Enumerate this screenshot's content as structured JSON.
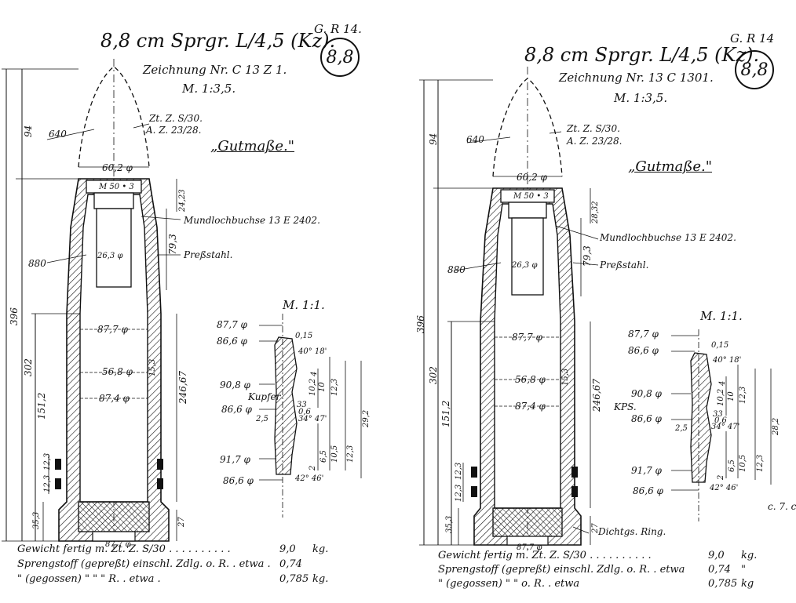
{
  "sheets": [
    {
      "title": "8,8 cm Sprgr. L/4,5 (Kz).",
      "sheet_code": "G. R 14.",
      "caliber_badge": "8,8",
      "drawing_number": "Zeichnung Nr. C 13 Z 1.",
      "scale": "M. 1:3,5.",
      "fuze_refs": [
        "Zt. Z. S/30.",
        "A. Z. 23/28."
      ],
      "good_dims": "„Gutmaße.\"",
      "nose_radius": "640",
      "mouth_dia": "60,2 φ",
      "thread": "M 50 • 3",
      "dim_total_len": "396",
      "dim_nose": "94",
      "dim_body": "302",
      "dim_lower": "151,2",
      "dim_band_a": "12,3",
      "dim_band_b": "12,3",
      "dim_base": "35,3",
      "dim_bore_len": "24,23",
      "dim_bore": "79,3",
      "dim_cavity": "246,67",
      "dim_base_r": "27",
      "dim_wall": "15,3",
      "wall_r": "880",
      "bore_dia": "26,3 φ",
      "dia_1": "87,7 φ",
      "dia_2": "56,8 φ",
      "dia_3": "87,4 φ",
      "base_dia": "87,7 φ",
      "fuze_socket": "Mundlochbuchse 13 E 2402.",
      "material": "Preßstahl.",
      "band_extra": "",
      "detail": {
        "scale": "M. 1:1.",
        "d1": "87,7 φ",
        "d2": "86,6 φ",
        "d3": "90,8 φ",
        "d4": "86,6 φ",
        "d5": "91,7 φ",
        "d6": "86,6 φ",
        "material": "Kupfer",
        "r": "2,5",
        "a1": "40° 18'",
        "a2": "34° 47'",
        "a3": "42° 46'",
        "s1": "0,15",
        "s2": "33",
        "s3": "0,6",
        "s4": "10,2",
        "v1": "10",
        "v2": "12,3",
        "v3": "29,2",
        "v4": "10,5",
        "v5": "12,3",
        "v6": "4",
        "v7": "6,5",
        "v8": "2"
      },
      "footer": [
        {
          "label": "Gewicht fertig m. Zt. Z. S/30 . . . . . . . . . .",
          "value": "9,0",
          "unit": "kg."
        },
        {
          "label": "Sprengstoff (gepreßt) einschl. Zdlg. o. R. . etwa .",
          "value": "0,74",
          "unit": ""
        },
        {
          "label": "\"       (gegossen)   \"        \"   \" R. . etwa .",
          "value": "0,785",
          "unit": "kg."
        }
      ]
    },
    {
      "title": "8,8 cm Sprgr. L/4,5 (Kz).",
      "sheet_code": "G. R 14",
      "caliber_badge": "8,8",
      "drawing_number": "Zeichnung Nr. 13 C 1301.",
      "scale": "M. 1:3,5.",
      "fuze_refs": [
        "Zt. Z. S/30.",
        "A. Z. 23/28."
      ],
      "good_dims": "„Gutmaße.\"",
      "nose_radius": "640",
      "mouth_dia": "60,2 φ",
      "thread": "M 50 • 3",
      "dim_total_len": "396",
      "dim_nose": "94",
      "dim_body": "302",
      "dim_lower": "151,2",
      "dim_band_a": "12,3",
      "dim_band_b": "12,3",
      "dim_base": "35,3",
      "dim_bore_len": "28,32",
      "dim_bore": "79,3",
      "dim_cavity": "246,67",
      "dim_base_r": "27",
      "dim_wall": "15,3",
      "wall_r": "880",
      "bore_dia": "26,3 φ",
      "dia_1": "87,7 φ",
      "dia_2": "56,8 φ",
      "dia_3": "87,4 φ",
      "base_dia": "87,7 φ",
      "fuze_socket": "Mundlochbuchse 13 E 2402.",
      "material": "Preßstahl.",
      "band_extra": "Dichtgs. Ring.",
      "detail": {
        "scale": "M. 1:1.",
        "d1": "87,7 φ",
        "d2": "86,6 φ",
        "d3": "90,8 φ",
        "d4": "86,6 φ",
        "d5": "91,7 φ",
        "d6": "86,6 φ",
        "material": "KPS.",
        "r": "2,5",
        "a1": "40° 18'",
        "a2": "34° 47'",
        "a3": "42° 46'",
        "s1": "0,15",
        "s2": "33",
        "s3": "0,6",
        "s4": "10,2",
        "v1": "10",
        "v2": "12,3",
        "v3": "28,2",
        "v4": "10,5",
        "v5": "12,3",
        "v6": "4",
        "v7": "6,5",
        "v8": "2"
      },
      "footer": [
        {
          "label": "Gewicht fertig m. Zt. Z. S/30 . . . . . . . . . .",
          "value": "9,0",
          "unit": "kg."
        },
        {
          "label": "Sprengstoff (gepreßt) einschl. Zdlg. o. R. . etwa",
          "value": "0,74",
          "unit": "\""
        },
        {
          "label": "\"       (gegossen)   \"        \"   o. R. . etwa",
          "value": "0,785",
          "unit": "kg"
        }
      ]
    }
  ],
  "edge_fragment": "c. 7. c"
}
